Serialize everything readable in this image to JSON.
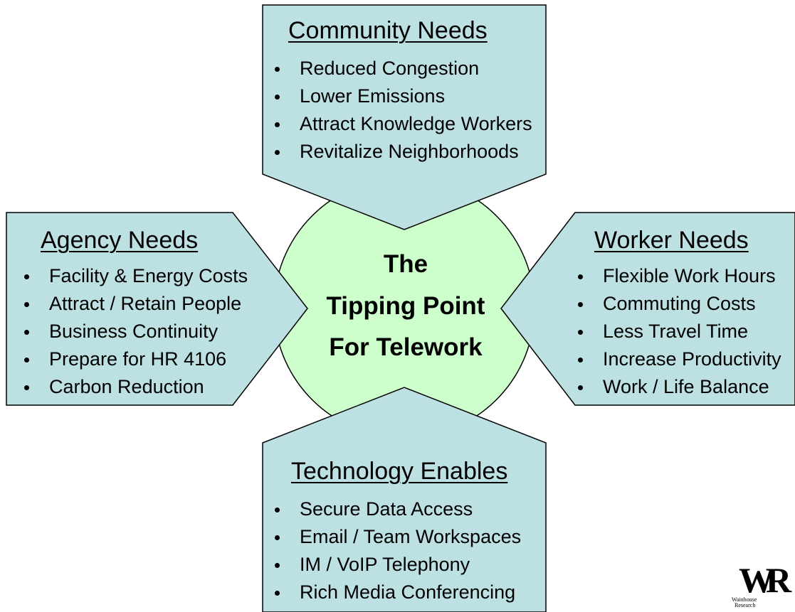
{
  "diagram": {
    "center": {
      "lines": [
        "The",
        "Tipping Point",
        "For Telework"
      ]
    },
    "top_panel": {
      "title": "Community Needs",
      "items": [
        "Reduced Congestion",
        "Lower Emissions",
        "Attract Knowledge Workers",
        "Revitalize Neighborhoods"
      ]
    },
    "left_panel": {
      "title": "Agency Needs",
      "items": [
        "Facility & Energy Costs",
        "Attract / Retain People",
        "Business Continuity",
        "Prepare for HR 4106",
        "Carbon Reduction"
      ]
    },
    "right_panel": {
      "title": "Worker Needs",
      "items": [
        "Flexible Work Hours",
        "Commuting Costs",
        "Less Travel Time",
        "Increase Productivity",
        "Work / Life Balance"
      ]
    },
    "bottom_panel": {
      "title": "Technology Enables",
      "items": [
        "Secure Data Access",
        "Email / Team Workspaces",
        "IM / VoIP Telephony",
        "Rich Media Conferencing"
      ]
    }
  },
  "logo": {
    "letters": "WR",
    "line1": "Wainhouse",
    "line2": "Research"
  },
  "colors": {
    "panel_fill": "#bde0e3",
    "center_fill": "#ccffcc",
    "outline": "#000000"
  }
}
